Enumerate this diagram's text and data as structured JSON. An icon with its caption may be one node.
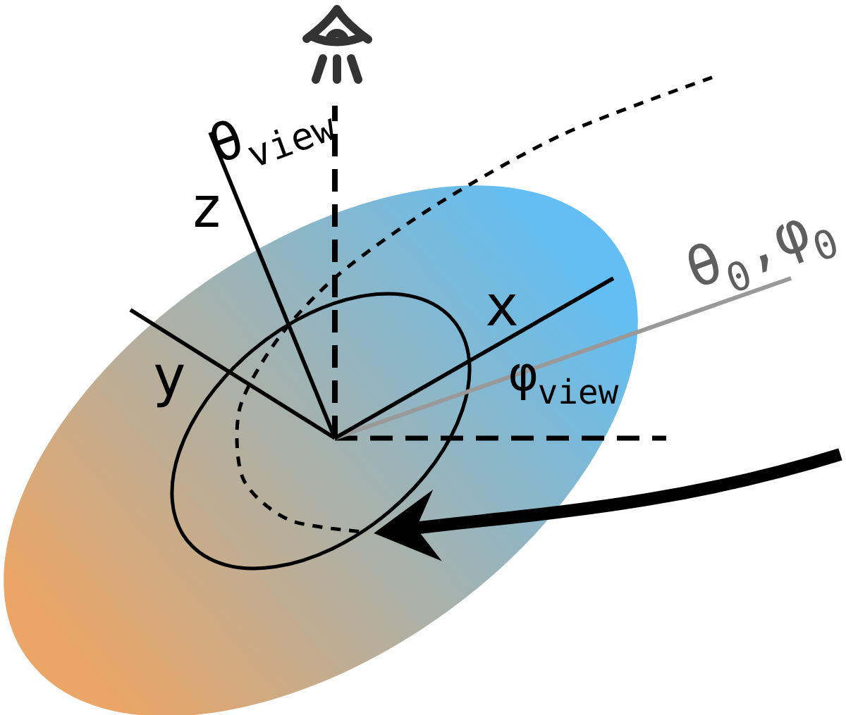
{
  "diagram": {
    "labels": [
      "θ$_{view}$",
      "z",
      "θ$_{0}$,φ$_{0}$",
      "x",
      "y",
      "φ$_{view}$"
    ]
  }
}
